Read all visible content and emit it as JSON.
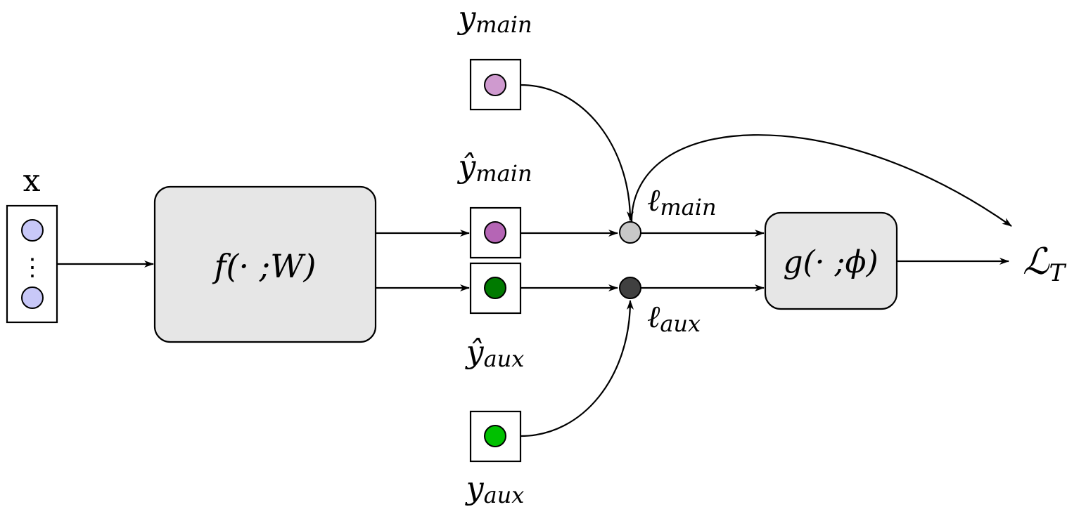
{
  "input": {
    "label": "x",
    "ellipsis": "⋮",
    "node_color": "#c8c8f8"
  },
  "function_f": {
    "label": "f(· ;W)",
    "fill": "#e6e6e6"
  },
  "function_g": {
    "label": "g(· ;ϕ)",
    "fill": "#e6e6e6"
  },
  "targets": {
    "main": {
      "label": "y",
      "subscript": "main",
      "color": "#cf9acf"
    },
    "aux": {
      "label": "y",
      "subscript": "aux",
      "color": "#00c000"
    }
  },
  "predictions": {
    "main": {
      "label": "ŷ",
      "subscript": "main",
      "color": "#b565b5"
    },
    "aux": {
      "label": "ŷ",
      "subscript": "aux",
      "color": "#007a00"
    }
  },
  "losses": {
    "main": {
      "label": "ℓ",
      "subscript": "main",
      "color": "#c8c8c8"
    },
    "aux": {
      "label": "ℓ",
      "subscript": "aux",
      "color": "#404040"
    }
  },
  "output": {
    "label": "ℒ",
    "subscript": "T"
  }
}
